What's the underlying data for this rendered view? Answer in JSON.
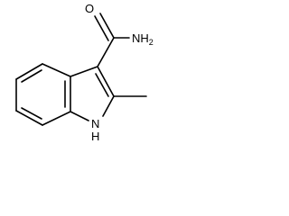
{
  "molecule": {
    "atoms": {
      "carbonyl_oxygen": "O",
      "amide_nitrogen": "NH",
      "amide_nitrogen_subscript": "2",
      "ring_nitrogen": "N",
      "ring_nitrogen_hydrogen": "H"
    },
    "colors": {
      "bond": "#000000",
      "label": "#000000",
      "background": "#ffffff"
    }
  }
}
